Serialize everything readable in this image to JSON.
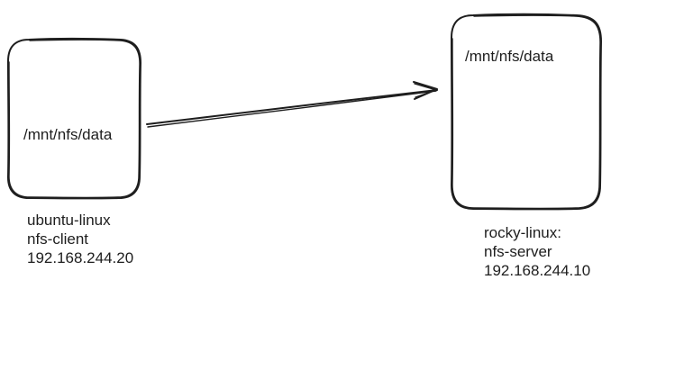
{
  "client": {
    "mount_path": "/mnt/nfs/data",
    "lines": [
      "ubuntu-linux",
      "nfs-client",
      "192.168.244.20"
    ]
  },
  "server": {
    "mount_path": "/mnt/nfs/data",
    "lines": [
      "rocky-linux:",
      "nfs-server",
      "192.168.244.10"
    ]
  },
  "colors": {
    "stroke": "#1e1e1e",
    "background": "#ffffff"
  }
}
